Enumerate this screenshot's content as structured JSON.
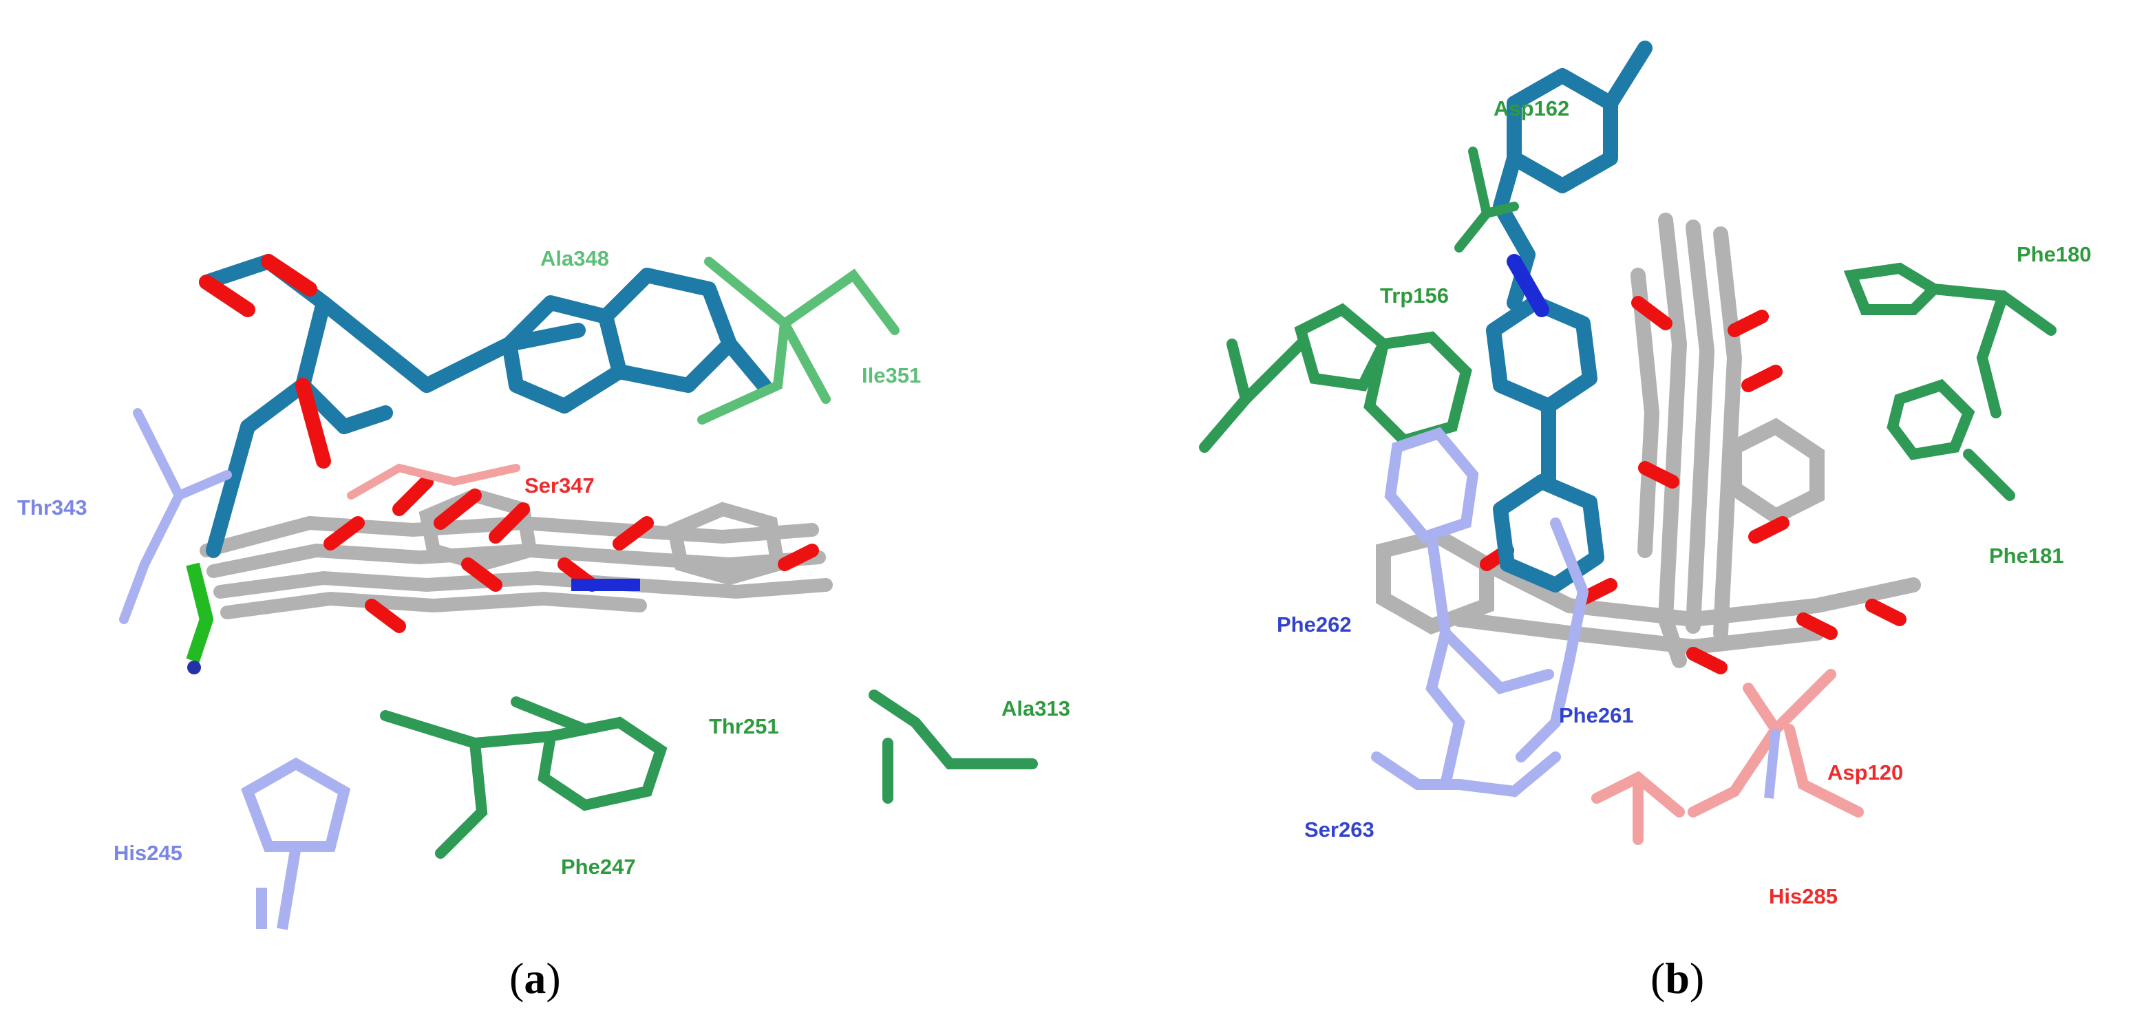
{
  "panels": [
    {
      "caption_letter": "a",
      "labels": [
        {
          "text": "Ala348",
          "tone": "green"
        },
        {
          "text": "Ile351",
          "tone": "green"
        },
        {
          "text": "Thr343",
          "tone": "lightblue"
        },
        {
          "text": "Ser347",
          "tone": "red"
        },
        {
          "text": "Thr251",
          "tone": "green"
        },
        {
          "text": "Ala313",
          "tone": "green"
        },
        {
          "text": "His245",
          "tone": "lightblue"
        },
        {
          "text": "Phe247",
          "tone": "green"
        }
      ]
    },
    {
      "caption_letter": "b",
      "labels": [
        {
          "text": "Asp162",
          "tone": "green"
        },
        {
          "text": "Phe180",
          "tone": "green"
        },
        {
          "text": "Trp156",
          "tone": "green"
        },
        {
          "text": "Phe181",
          "tone": "green"
        },
        {
          "text": "Phe262",
          "tone": "blue"
        },
        {
          "text": "Phe261",
          "tone": "blue"
        },
        {
          "text": "Asp120",
          "tone": "red"
        },
        {
          "text": "Ser263",
          "tone": "blue"
        },
        {
          "text": "His285",
          "tone": "red"
        }
      ]
    }
  ],
  "colors": {
    "ligand_blue": "#1e7aa6",
    "ligand_grey": "#b2b2b2",
    "oxygen_red": "#ee1111",
    "nitrogen_blue": "#1b2bd6",
    "residue_green": "#2e9a55",
    "residue_lightblue": "#a9b1f0",
    "residue_pink": "#f2a0a0"
  }
}
